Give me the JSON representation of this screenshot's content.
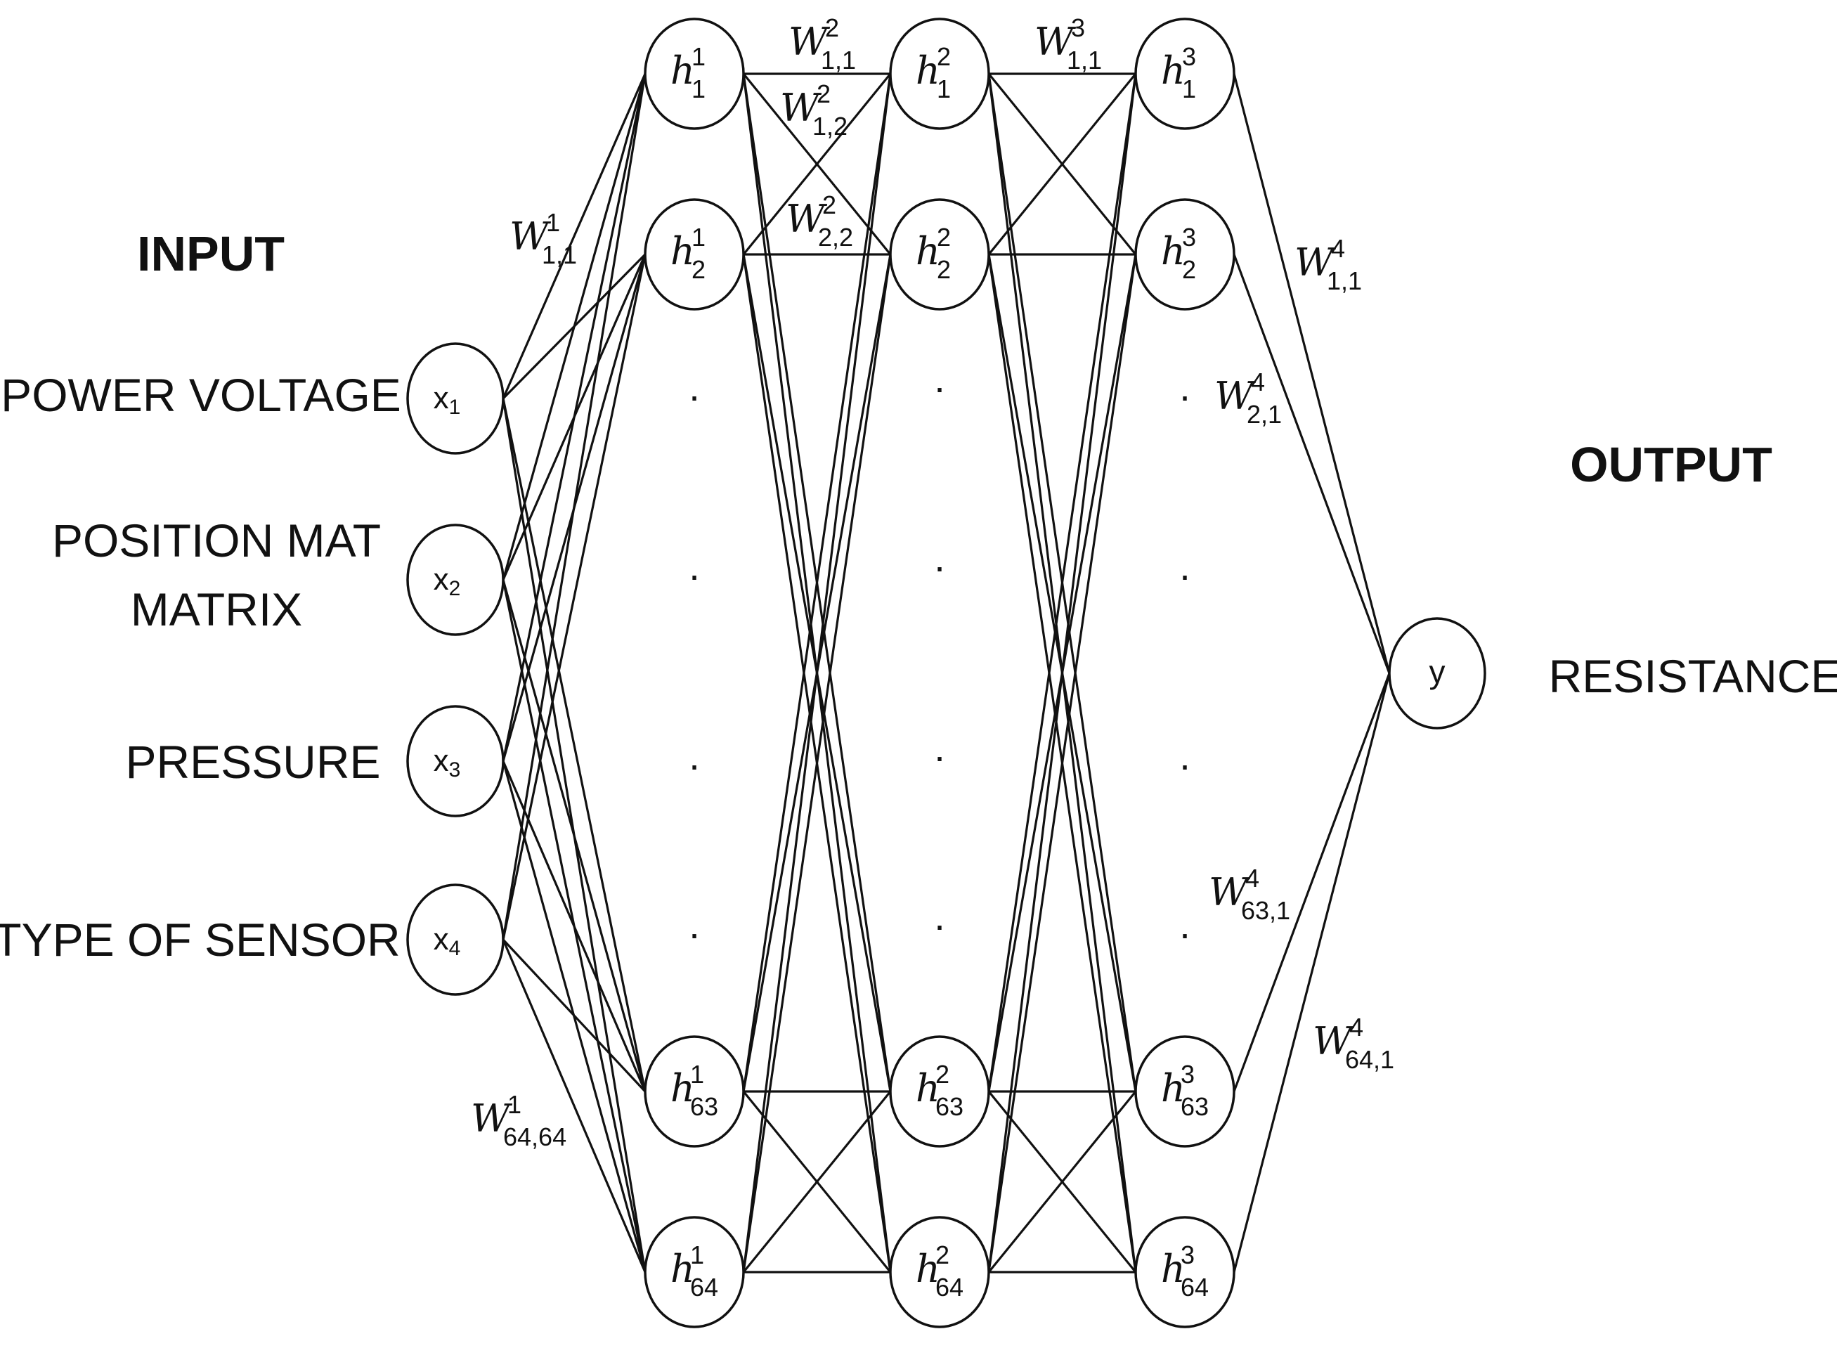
{
  "headings": {
    "input": "INPUT",
    "output": "OUTPUT"
  },
  "input_labels": [
    {
      "lines": [
        "POWER VOLTAGE"
      ]
    },
    {
      "lines": [
        "POSITION MAT",
        "MATRIX"
      ]
    },
    {
      "lines": [
        "PRESSURE"
      ]
    },
    {
      "lines": [
        "TYPE OF SENSOR"
      ]
    }
  ],
  "output_label": "RESISTANCE",
  "input_nodes": [
    {
      "base": "x",
      "sub": "1"
    },
    {
      "base": "x",
      "sub": "2"
    },
    {
      "base": "x",
      "sub": "3"
    },
    {
      "base": "x",
      "sub": "4"
    }
  ],
  "hidden_layers": [
    {
      "sup": "1",
      "subs": [
        "1",
        "2",
        "63",
        "64"
      ]
    },
    {
      "sup": "2",
      "subs": [
        "1",
        "2",
        "63",
        "64"
      ]
    },
    {
      "sup": "3",
      "subs": [
        "1",
        "2",
        "63",
        "64"
      ]
    }
  ],
  "hidden_node_base": "h",
  "output_node": {
    "base": "y"
  },
  "weight_labels": [
    {
      "base": "W",
      "sup": "1",
      "sub": "1,1"
    },
    {
      "base": "W",
      "sup": "1",
      "sub": "64,64"
    },
    {
      "base": "W",
      "sup": "2",
      "sub": "1,1"
    },
    {
      "base": "W",
      "sup": "2",
      "sub": "1,2"
    },
    {
      "base": "W",
      "sup": "2",
      "sub": "2,2"
    },
    {
      "base": "W",
      "sup": "3",
      "sub": "1,1"
    },
    {
      "base": "W",
      "sup": "4",
      "sub": "1,1"
    },
    {
      "base": "W",
      "sup": "4",
      "sub": "2,1"
    },
    {
      "base": "W",
      "sup": "4",
      "sub": "63,1"
    },
    {
      "base": "W",
      "sup": "4",
      "sub": "64,1"
    }
  ],
  "ellipsis_glyph": "."
}
